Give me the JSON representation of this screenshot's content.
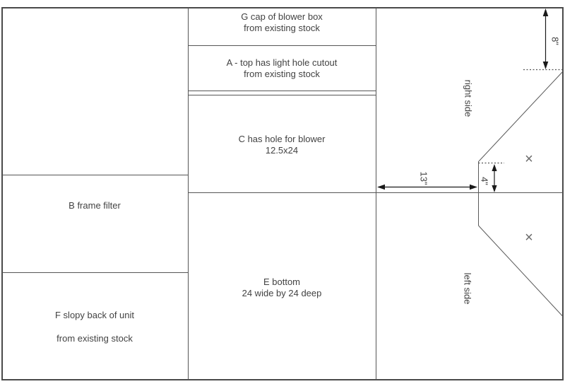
{
  "colors": {
    "line": "#555555",
    "outer_border": "#4a4a4a",
    "text": "#424242",
    "arrow": "#1a1a1a",
    "marker": "#6a6a6a",
    "background": "#ffffff"
  },
  "panels": {
    "left": {
      "b_filter": "B frame filter",
      "f_back_line1": "F slopy back of unit",
      "f_back_line2": "from existing stock"
    },
    "middle": {
      "g_cap_line1": "G cap of blower box",
      "g_cap_line2": "from existing stock",
      "a_top_line1": "A - top has light hole cutout",
      "a_top_line2": "from existing stock",
      "c_blower_line1": "C has hole for blower",
      "c_blower_line2": "12.5x24",
      "e_bottom_line1": "E bottom",
      "e_bottom_line2": "24 wide by 24 deep"
    },
    "right": {
      "right_side_label": "right side",
      "left_side_label": "left side",
      "dim_8": "8\"",
      "dim_13": "13\"",
      "dim_4": "4\"",
      "x_marker": "×"
    }
  }
}
